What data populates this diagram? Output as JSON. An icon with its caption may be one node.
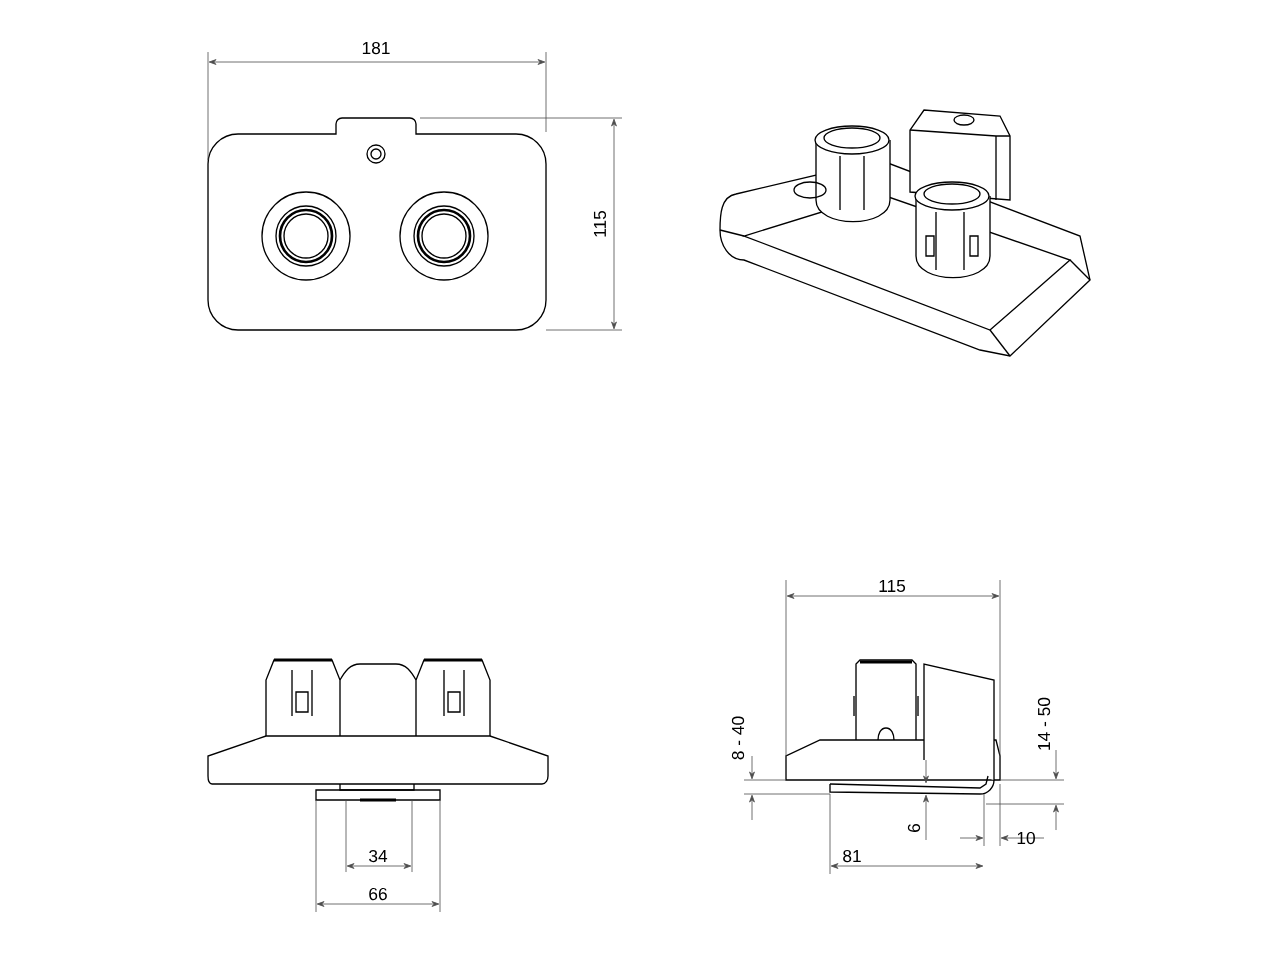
{
  "diagram": {
    "labels": [
      "181",
      "115",
      "115",
      "8 - 40",
      "14 - 50",
      "6",
      "10",
      "34",
      "81",
      "66"
    ]
  }
}
